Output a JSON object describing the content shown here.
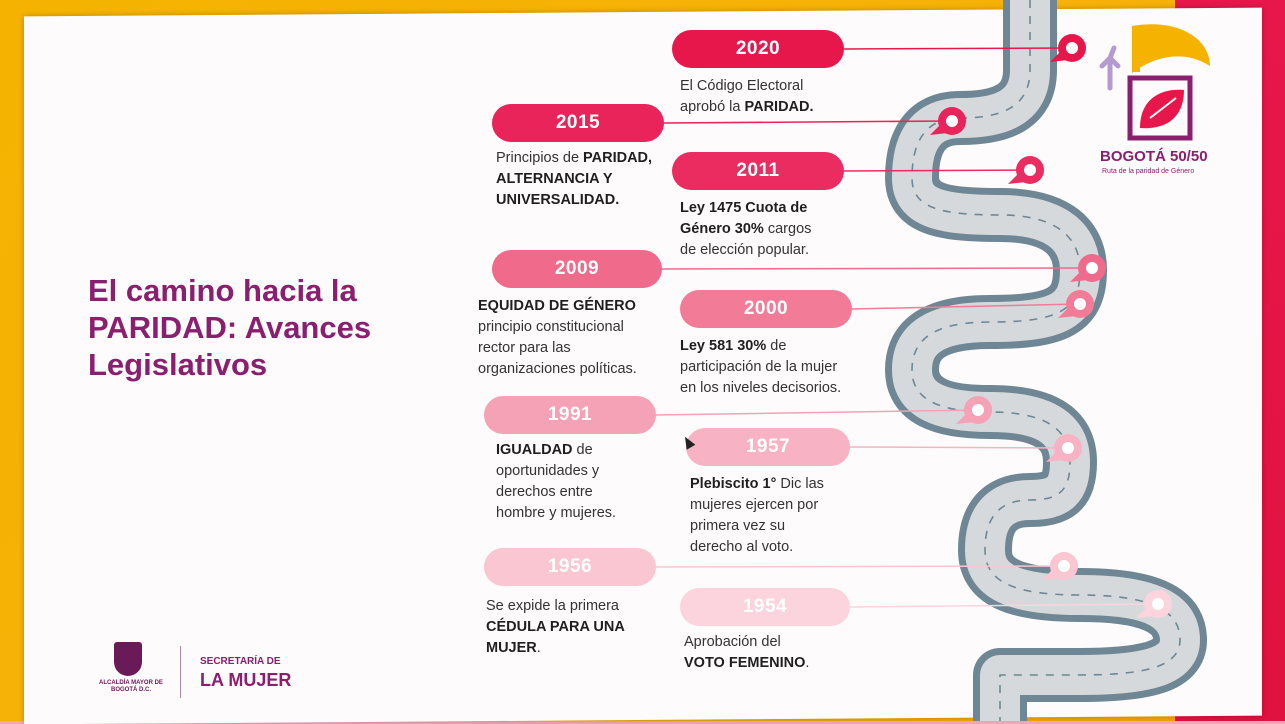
{
  "title_lines": [
    "El camino hacia la",
    "PARIDAD: Avances",
    "Legislativos"
  ],
  "timeline": [
    {
      "year": "2020",
      "lines": [
        [
          {
            "t": "El Código Electoral",
            "b": false
          }
        ],
        [
          {
            "t": "aprobó la ",
            "b": false
          },
          {
            "t": "PARIDAD.",
            "b": true
          }
        ]
      ]
    },
    {
      "year": "2015",
      "lines": [
        [
          {
            "t": "Principios de ",
            "b": false
          },
          {
            "t": "PARIDAD,",
            "b": true
          }
        ],
        [
          {
            "t": "ALTERNANCIA Y",
            "b": true
          }
        ],
        [
          {
            "t": "UNIVERSALIDAD.",
            "b": true
          }
        ]
      ]
    },
    {
      "year": "2011",
      "lines": [
        [
          {
            "t": "Ley 1475 Cuota de",
            "b": true
          }
        ],
        [
          {
            "t": "Género 30%",
            "b": true
          },
          {
            "t": " cargos",
            "b": false
          }
        ],
        [
          {
            "t": "de elección popular.",
            "b": false
          }
        ]
      ]
    },
    {
      "year": "2009",
      "lines": [
        [
          {
            "t": "EQUIDAD DE GÉNERO",
            "b": true
          }
        ],
        [
          {
            "t": "principio constitucional",
            "b": false
          }
        ],
        [
          {
            "t": "rector para las",
            "b": false
          }
        ],
        [
          {
            "t": "organizaciones políticas.",
            "b": false
          }
        ]
      ]
    },
    {
      "year": "2000",
      "lines": [
        [
          {
            "t": "Ley 581 30%",
            "b": true
          },
          {
            "t": " de",
            "b": false
          }
        ],
        [
          {
            "t": "participación de la mujer",
            "b": false
          }
        ],
        [
          {
            "t": "en los niveles decisorios.",
            "b": false
          }
        ]
      ]
    },
    {
      "year": "1991",
      "lines": [
        [
          {
            "t": "IGUALDAD",
            "b": true
          },
          {
            "t": " de",
            "b": false
          }
        ],
        [
          {
            "t": "oportunidades y",
            "b": false
          }
        ],
        [
          {
            "t": "derechos entre",
            "b": false
          }
        ],
        [
          {
            "t": "hombre y mujeres.",
            "b": false
          }
        ]
      ]
    },
    {
      "year": "1957",
      "lines": [
        [
          {
            "t": "Plebiscito 1° ",
            "b": true
          },
          {
            "t": "Dic las",
            "b": false
          }
        ],
        [
          {
            "t": "mujeres ejercen por",
            "b": false
          }
        ],
        [
          {
            "t": "primera vez su",
            "b": false
          }
        ],
        [
          {
            "t": "derecho al voto.",
            "b": false
          }
        ]
      ]
    },
    {
      "year": "1956",
      "lines": [
        [
          {
            "t": "Se expide la primera",
            "b": false
          }
        ],
        [
          {
            "t": "CÉDULA PARA UNA",
            "b": true
          }
        ],
        [
          {
            "t": "MUJER",
            "b": true
          },
          {
            "t": ".",
            "b": false
          }
        ]
      ]
    },
    {
      "year": "1954",
      "lines": [
        [
          {
            "t": "Aprobación del",
            "b": false
          }
        ],
        [
          {
            "t": "VOTO FEMENINO",
            "b": true
          },
          {
            "t": ".",
            "b": false
          }
        ]
      ]
    }
  ],
  "logo_right": {
    "brand": "BOGOTÁ 50/50",
    "tagline": "Ruta de la paridad de Género"
  },
  "footer": {
    "crest_text": "ALCALDÍA MAYOR DE BOGOTÁ D.C.",
    "secretaria": "SECRETARÍA DE",
    "entity": "LA MUJER"
  },
  "colors": {
    "title": "#8a1f6f",
    "road": "#6f8794",
    "accent_red": "#e8174b",
    "frame_yellow": "#f5b300"
  }
}
